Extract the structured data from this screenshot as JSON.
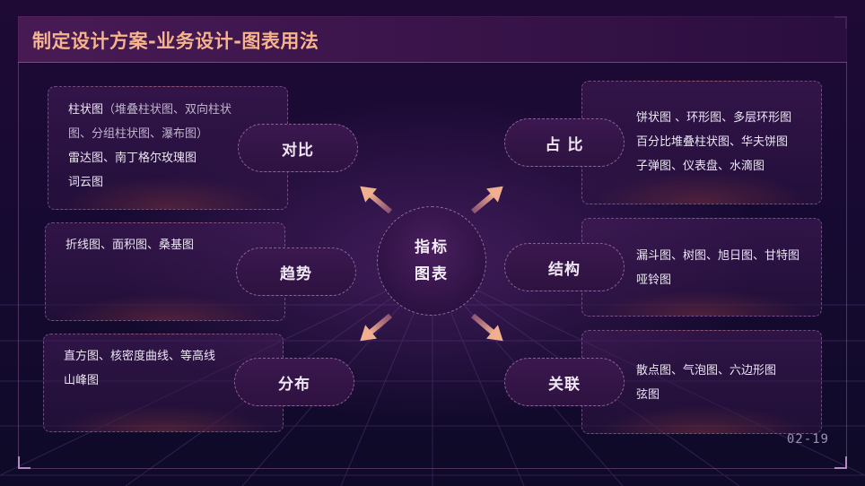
{
  "header": {
    "title": "制定设计方案-业务设计-图表用法"
  },
  "footer": {
    "page_number": "02-19"
  },
  "center": {
    "line1": "指标",
    "line2": "图表"
  },
  "categories": {
    "compare": {
      "label": "对比",
      "lines": [
        {
          "main": "柱状图",
          "note": "（堆叠柱状图、双向柱状"
        },
        {
          "main": "",
          "note": "图、分组柱状图、瀑布图）"
        },
        {
          "main": "雷达图、南丁格尔玫瑰图",
          "note": ""
        },
        {
          "main": "词云图",
          "note": ""
        }
      ]
    },
    "trend": {
      "label": "趋势",
      "lines": [
        "折线图、面积图、桑基图"
      ]
    },
    "distribution": {
      "label": "分布",
      "lines": [
        "直方图、核密度曲线、等高线",
        "山峰图"
      ]
    },
    "proportion": {
      "label": "占 比",
      "lines": [
        "饼状图 、环形图、多层环形图",
        "百分比堆叠柱状图、华夫饼图",
        "子弹图、仪表盘、水滴图"
      ]
    },
    "structure": {
      "label": "结构",
      "lines": [
        "漏斗图、树图、旭日图、甘特图",
        "哑铃图"
      ]
    },
    "relation": {
      "label": "关联",
      "lines": [
        "散点图、气泡图、六边形图",
        "弦图"
      ]
    }
  },
  "colors": {
    "title": "#f6b38c",
    "arrow": "#e8a08a",
    "background": "#1a0a33"
  }
}
